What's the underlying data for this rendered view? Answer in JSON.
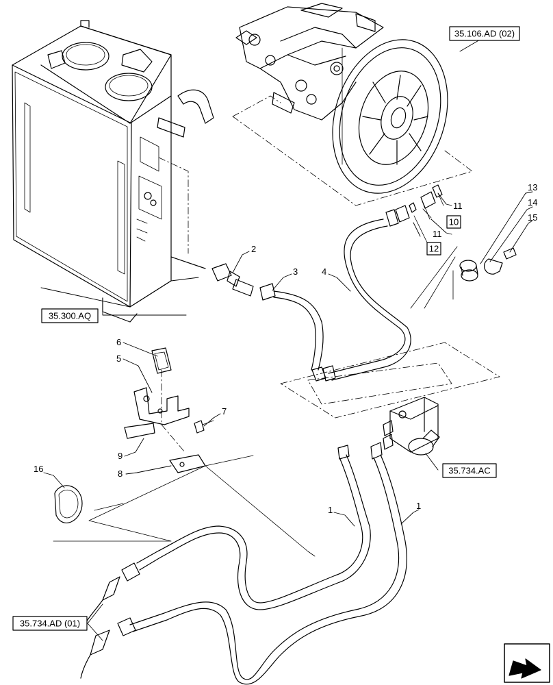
{
  "section_refs": {
    "pump": "35.106.AD (02)",
    "tank": "35.300.AQ",
    "control_valve": "35.734.AC",
    "lower_hoses": "35.734.AD (01)"
  },
  "callouts": {
    "hose_1_left": "1",
    "hose_1_right": "1",
    "elbow_fitting": "2",
    "hose_end_fitting": "3",
    "pump_hose": "4",
    "bracket": "5",
    "rubber_insert": "6",
    "bolt_7": "7",
    "plate": "8",
    "block": "9",
    "seal_11_top": "11",
    "seal_11_lower": "11",
    "clamp_13": "13",
    "clamp_14": "14",
    "bolt_15": "15",
    "band_16": "16"
  },
  "boxed_callouts": {
    "adapter_10": "10",
    "adapter_12": "12"
  },
  "icons": {
    "orientation": "arrow-icon"
  }
}
